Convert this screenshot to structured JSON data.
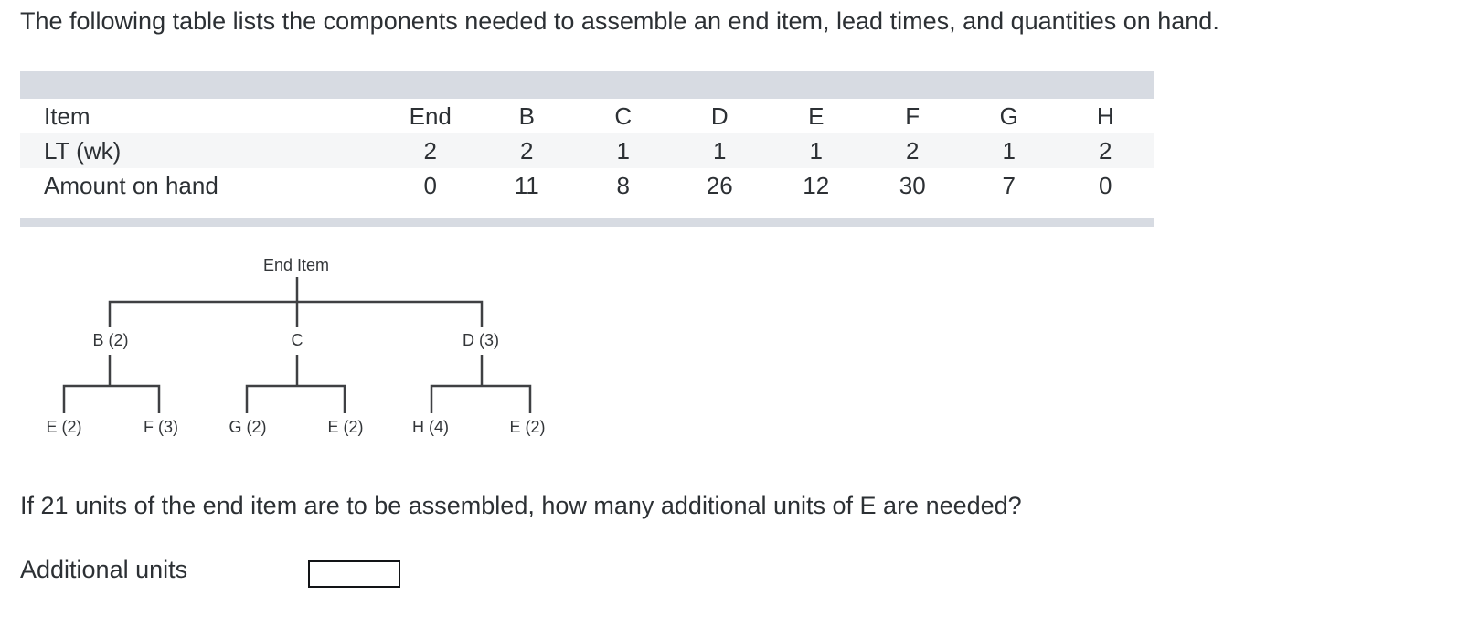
{
  "page": {
    "intro": "The following table lists the components needed to assemble an end item, lead times, and quantities on hand.",
    "question": "If 21 units of the end item are to be assembled, how many additional units of E are needed?",
    "answer_label": "Additional units",
    "answer_value": ""
  },
  "table": {
    "row_headers": [
      "Item",
      "LT (wk)",
      "Amount on hand"
    ],
    "columns": [
      {
        "item": "End",
        "lt": "2",
        "on_hand": "0"
      },
      {
        "item": "B",
        "lt": "2",
        "on_hand": "11"
      },
      {
        "item": "C",
        "lt": "1",
        "on_hand": "8"
      },
      {
        "item": "D",
        "lt": "1",
        "on_hand": "26"
      },
      {
        "item": "E",
        "lt": "1",
        "on_hand": "12"
      },
      {
        "item": "F",
        "lt": "2",
        "on_hand": "30"
      },
      {
        "item": "G",
        "lt": "1",
        "on_hand": "7"
      },
      {
        "item": "H",
        "lt": "2",
        "on_hand": "0"
      }
    ]
  },
  "tree": {
    "root_label": "End Item",
    "children": [
      {
        "label": "B (2)",
        "children": [
          "E (2)",
          "F (3)"
        ]
      },
      {
        "label": "C",
        "children": [
          "G (2)",
          "E (2)"
        ]
      },
      {
        "label": "D (3)",
        "children": [
          "H (4)",
          "E (2)"
        ]
      }
    ]
  },
  "colors": {
    "band": "#d7dbe2",
    "stripe": "#f5f6f7",
    "text": "#2c3034",
    "tree_line": "#3f4043"
  }
}
